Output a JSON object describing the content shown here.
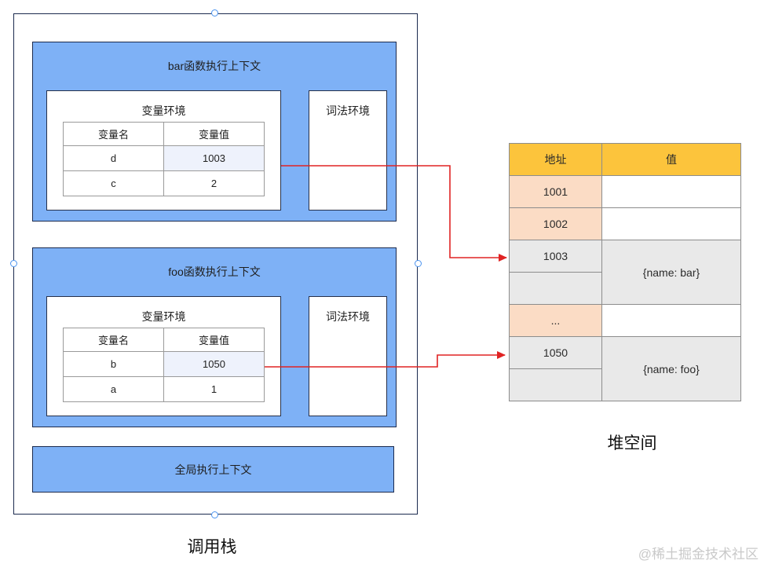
{
  "diagram": {
    "call_stack": {
      "label": "调用栈",
      "contexts": [
        {
          "title": "bar函数执行上下文",
          "variable_env": {
            "title": "变量环境",
            "col_name": "变量名",
            "col_value": "变量值",
            "rows": [
              {
                "name": "d",
                "value": "1003",
                "highlighted": true
              },
              {
                "name": "c",
                "value": "2",
                "highlighted": false
              }
            ]
          },
          "lexical_env_title": "词法环境"
        },
        {
          "title": "foo函数执行上下文",
          "variable_env": {
            "title": "变量环境",
            "col_name": "变量名",
            "col_value": "变量值",
            "rows": [
              {
                "name": "b",
                "value": "1050",
                "highlighted": true
              },
              {
                "name": "a",
                "value": "1",
                "highlighted": false
              }
            ]
          },
          "lexical_env_title": "词法环境"
        }
      ],
      "global_context_title": "全局执行上下文"
    },
    "heap": {
      "label": "堆空间",
      "col_address": "地址",
      "col_value": "值",
      "rows": [
        {
          "address": "1001",
          "value": ""
        },
        {
          "address": "1002",
          "value": ""
        },
        {
          "address": "1003",
          "value": "{name: bar}"
        },
        {
          "address": "",
          "value": ""
        },
        {
          "address": "...",
          "value": ""
        },
        {
          "address": "1050",
          "value": "{name: foo}"
        },
        {
          "address": "",
          "value": ""
        }
      ]
    },
    "arrows": [
      {
        "from": "variable d value 1003",
        "to": "heap address 1003"
      },
      {
        "from": "variable b value 1050",
        "to": "heap address 1050"
      }
    ]
  },
  "watermark": "@稀土掘金技术社区",
  "colors": {
    "context_fill": "#7eb1f6",
    "shape_border": "#1b2a4e",
    "table_border": "#9a9a9a",
    "highlight_cell": "#eef2fc",
    "heap_header_bg": "#fcc43c",
    "heap_address_bg": "#fbdcc5",
    "heap_object_bg": "#e9e9e9",
    "arrow_red": "#e02323",
    "handle_blue": "#4b94f0",
    "watermark_gray": "#c9c9c9"
  }
}
